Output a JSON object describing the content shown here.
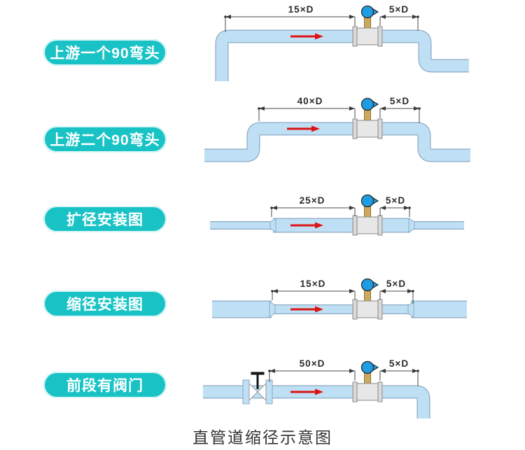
{
  "page": {
    "caption": "直管道缩径示意图",
    "background": "#ffffff"
  },
  "colors": {
    "accent_teal": "#19c3c5",
    "button_text": "#ffffff",
    "pipe_fill": "#bfe0f4",
    "pipe_stroke": "#8ba9c4",
    "meter_body_gray": "#e7e7e7",
    "meter_flange_gray": "#d9d9d9",
    "meter_stem_tan": "#cba95e",
    "meter_head_blue": "#1e9de4",
    "valve_handle_black": "#151515",
    "flow_arrow_red": "#dd1414",
    "dimension_line": "#4a4a4a",
    "text_dark": "#2b2b2b"
  },
  "icons": {
    "flowmeter": "flowmeter-icon",
    "valve": "valve-icon",
    "flow_arrow": "flow-direction-arrow"
  },
  "rows": [
    {
      "scene": "one-90-elbow-upstream",
      "label": "上游一个90弯头",
      "dim_upstream": "15×D",
      "dim_downstream": "5×D"
    },
    {
      "scene": "two-90-elbows-upstream",
      "label": "上游二个90弯头",
      "dim_upstream": "40×D",
      "dim_downstream": "5×D"
    },
    {
      "scene": "pipe-expansion-install",
      "label": "扩径安装图",
      "dim_upstream": "25×D",
      "dim_downstream": "5×D"
    },
    {
      "scene": "pipe-reduction-install",
      "label": "缩径安装图",
      "dim_upstream": "15×D",
      "dim_downstream": "5×D"
    },
    {
      "scene": "valve-upstream",
      "label": "前段有阀门",
      "dim_upstream": "50×D",
      "dim_downstream": "5×D"
    }
  ]
}
